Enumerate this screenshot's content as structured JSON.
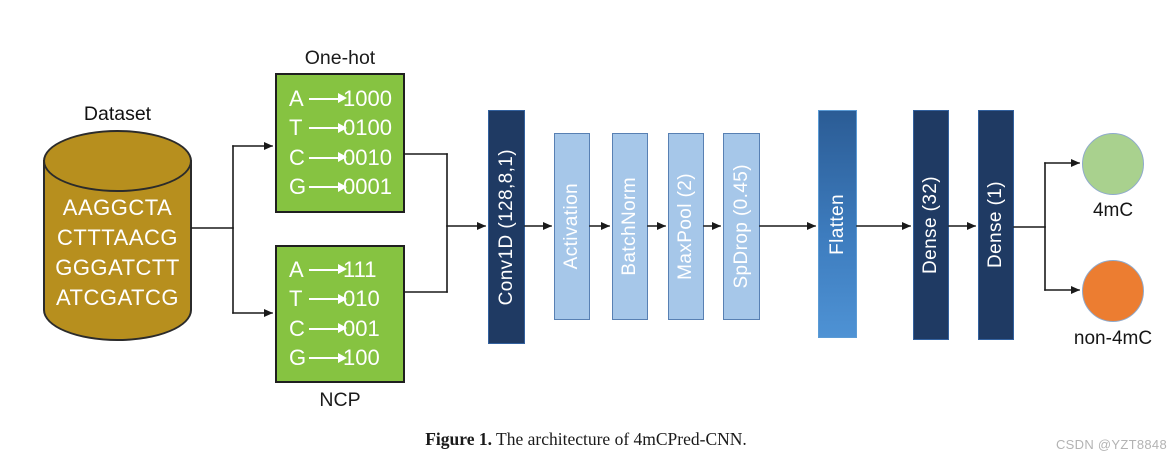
{
  "dataset": {
    "label": "Dataset",
    "sequences": [
      "AAGGCTA",
      "CTTTAACG",
      "GGGATCTT",
      "ATCGATCG"
    ]
  },
  "encodings": {
    "onehot": {
      "title": "One-hot",
      "rows": [
        {
          "base": "A",
          "code": "1000"
        },
        {
          "base": "T",
          "code": "0100"
        },
        {
          "base": "C",
          "code": "0010"
        },
        {
          "base": "G",
          "code": "0001"
        }
      ]
    },
    "ncp": {
      "title": "NCP",
      "rows": [
        {
          "base": "A",
          "code": "111"
        },
        {
          "base": "T",
          "code": "010"
        },
        {
          "base": "C",
          "code": "001"
        },
        {
          "base": "G",
          "code": "100"
        }
      ]
    }
  },
  "layers": [
    {
      "label": "Conv1D (128,8,1)",
      "style": "dark"
    },
    {
      "label": "Activation",
      "style": "light"
    },
    {
      "label": "BatchNorm",
      "style": "light"
    },
    {
      "label": "MaxPool (2)",
      "style": "light"
    },
    {
      "label": "SpDrop (0.45)",
      "style": "light"
    },
    {
      "label": "Flatten",
      "style": "gradient"
    },
    {
      "label": "Dense (32)",
      "style": "dark"
    },
    {
      "label": "Dense (1)",
      "style": "dark"
    }
  ],
  "outputs": [
    {
      "label": "4mC",
      "color": "#A9D18E"
    },
    {
      "label": "non-4mC",
      "color": "#EC7D31"
    }
  ],
  "caption": {
    "prefix": "Figure 1.",
    "text": "The architecture of 4mCPred-CNN."
  },
  "watermark": "CSDN @YZT8848",
  "colors": {
    "dataset_fill": "#B78F1E",
    "encoding_fill": "#86C341",
    "dark_layer": "#1F3A63",
    "light_layer": "#A6C7E9",
    "flatten_gradient_top": "#2B5C95",
    "flatten_gradient_bottom": "#4E92D4",
    "output_4mc": "#A9D18E",
    "output_non4mc": "#EC7D31"
  }
}
